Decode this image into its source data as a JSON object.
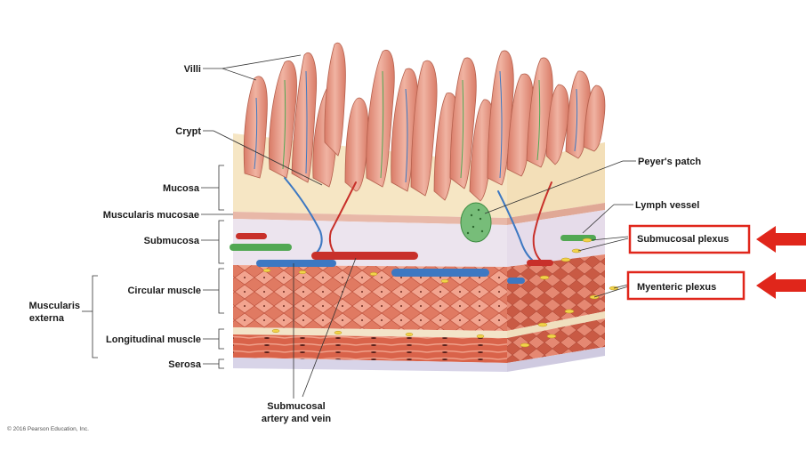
{
  "labels": {
    "villi": "Villi",
    "crypt": "Crypt",
    "mucosa": "Mucosa",
    "muscularis_mucosae": "Muscularis mucosae",
    "submucosa": "Submucosa",
    "circular_muscle": "Circular muscle",
    "muscularis_externa_line1": "Muscularis",
    "muscularis_externa_line2": "externa",
    "longitudinal_muscle": "Longitudinal muscle",
    "serosa": "Serosa",
    "submucosal_artery_vein_line1": "Submucosal",
    "submucosal_artery_vein_line2": "artery and vein",
    "peyers_patch": "Peyer's patch",
    "lymph_vessel": "Lymph vessel",
    "submucosal_plexus": "Submucosal plexus",
    "myenteric_plexus": "Myenteric plexus"
  },
  "copyright": "© 2016 Pearson Education, Inc.",
  "colors": {
    "highlight_box": "#e0261b",
    "arrow": "#e0261b",
    "villus": "#e79a86",
    "mucosa_bg": "#f6e6c4",
    "muscle": "#d9634a",
    "artery": "#c8302a",
    "vein": "#3d78c2",
    "lymph": "#52a853"
  }
}
